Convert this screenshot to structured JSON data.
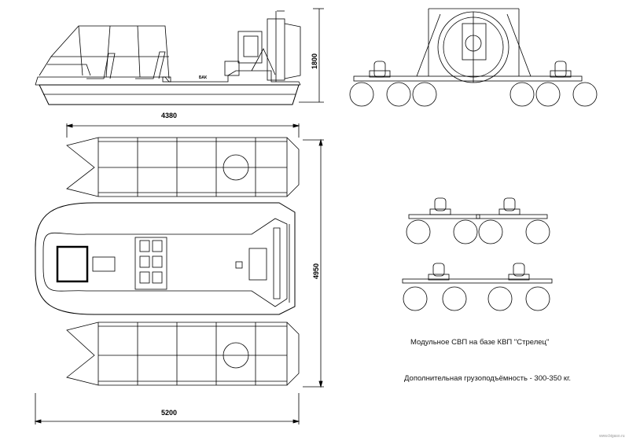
{
  "dimensions": {
    "side_height": "1800",
    "top_length": "4380",
    "top_width": "4950",
    "overall_length": "5200"
  },
  "labels": {
    "fuel_tank": "БАК"
  },
  "caption": {
    "title": "Модульное СВП на базе КВП \"Стрелец\"",
    "capacity": "Дополнительная грузоподъёмность - 300-350 кг."
  },
  "watermark": "www.bigaso.ru"
}
